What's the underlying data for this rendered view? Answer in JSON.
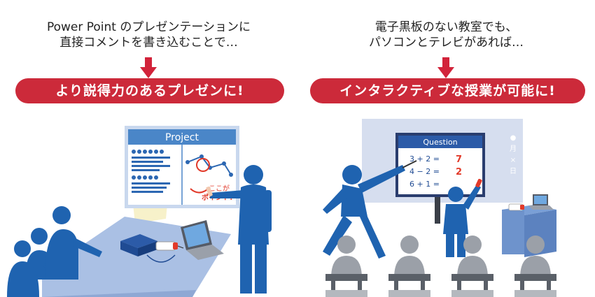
{
  "left": {
    "caption_lines": [
      "Power Point のプレゼンテーションに",
      "直接コメントを書き込むことで…"
    ],
    "banner": "より説得力のあるプレゼンに!",
    "screen_title": "Project",
    "annotation_line1": "ここが",
    "annotation_line2": "ポイント!"
  },
  "right": {
    "caption_lines": [
      "電子黒板のない教室でも、",
      "パソコンとテレビがあれば…"
    ],
    "banner": "インタラクティブな授業が可能に!",
    "screen_title": "Question",
    "equations": [
      "3 + 2 =",
      "4 − 2 =",
      "6 + 1 ="
    ],
    "answers": [
      "7",
      "2",
      ""
    ],
    "date_labels": [
      "●",
      "月",
      "×",
      "日"
    ]
  },
  "colors": {
    "banner_red": "#cc2a3a",
    "arrow_red": "#d2233a",
    "figure_blue": "#1f63b0",
    "screen_blue": "#4a86c8",
    "ink_red": "#e23a2a"
  }
}
